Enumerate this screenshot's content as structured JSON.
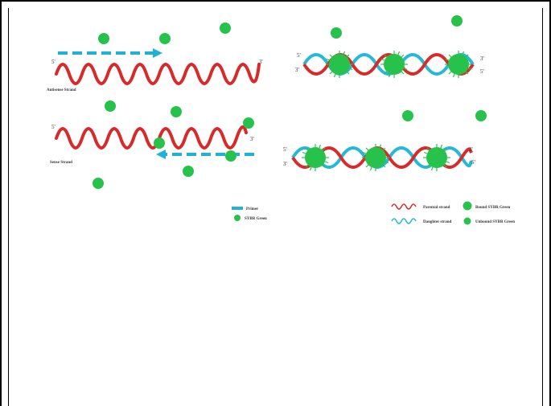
{
  "labels": {
    "antisense_strand": "Antisense Strand",
    "sense_strand": "Sense Strand"
  },
  "ends": {
    "five_prime": "5'",
    "three_prime": "3'"
  },
  "legend": {
    "primer": "Primer",
    "sybr_green": "SYBR Green",
    "parental_strand": "Parental strand",
    "daughter_strand": "Daughter strand",
    "bound_sybr_green": "Bound SYBR Green",
    "unbound_sybr_green": "Unbound SYBR Green"
  },
  "colors": {
    "parental": "#d92a2a",
    "daughter": "#26b8d9",
    "sybr": "#27c24c",
    "primer": "#1fb2d6"
  }
}
